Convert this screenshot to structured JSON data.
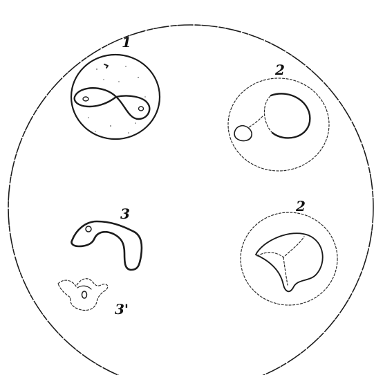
{
  "labels": {
    "cell_1": "1",
    "cell_2_upper": "2",
    "cell_2_lower": "2",
    "form_3": "3",
    "form_3_prime": "3'"
  }
}
